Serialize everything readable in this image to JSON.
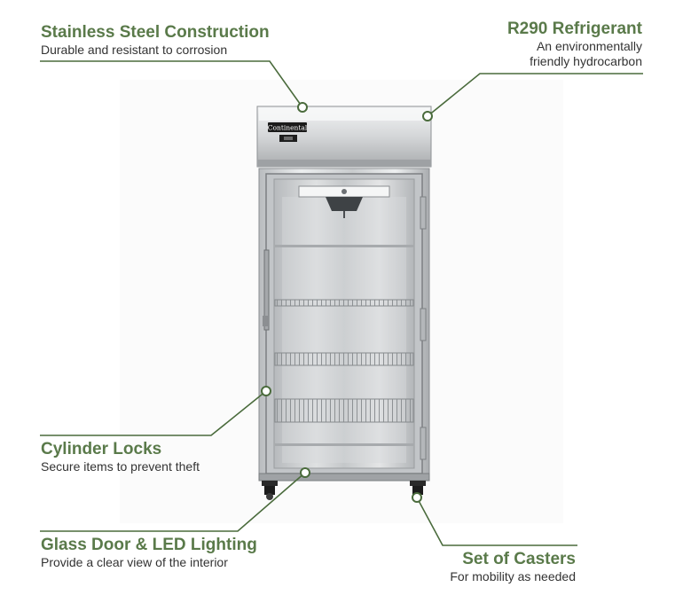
{
  "features": {
    "stainless": {
      "title": "Stainless Steel Construction",
      "desc": "Durable and resistant to corrosion"
    },
    "r290": {
      "title": "R290 Refrigerant",
      "desc_line1": "An environmentally",
      "desc_line2": "friendly hydrocarbon"
    },
    "locks": {
      "title": "Cylinder Locks",
      "desc": "Secure items to prevent theft"
    },
    "glass": {
      "title": "Glass Door & LED Lighting",
      "desc": "Provide a clear view of the interior"
    },
    "casters": {
      "title": "Set of Casters",
      "desc": "For mobility as needed"
    }
  },
  "product": {
    "brand": "Continental"
  },
  "colors": {
    "accent": "#5a7a4a",
    "leader": "#4a6b3c",
    "text": "#333333"
  }
}
